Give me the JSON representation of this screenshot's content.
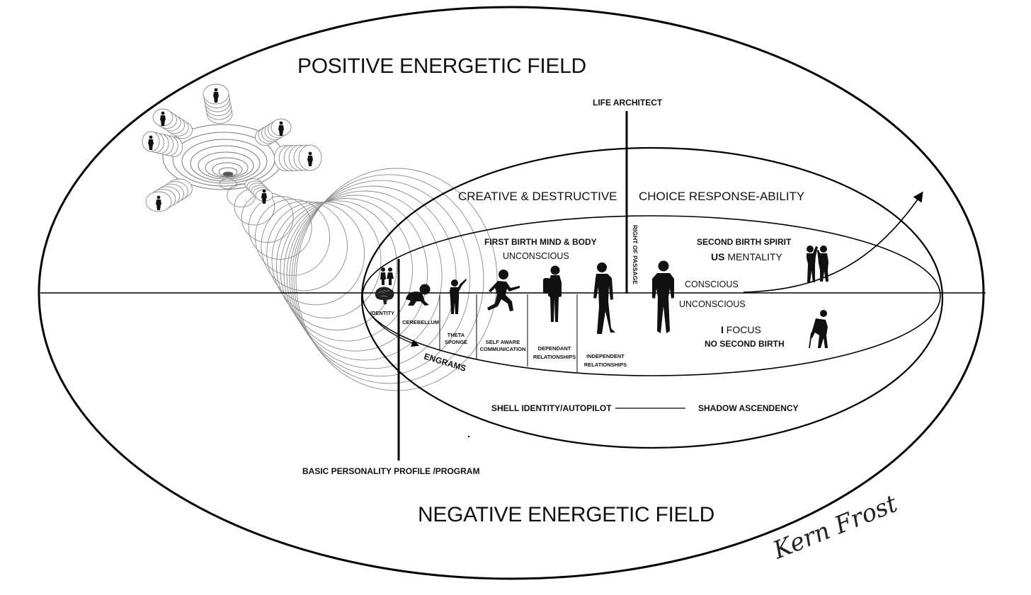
{
  "colors": {
    "ink": "#111111",
    "line": "#000000",
    "background": "#ffffff",
    "vortex": "#777777"
  },
  "fields": {
    "positive": "POSITIVE ENERGETIC FIELD",
    "negative": "NEGATIVE ENERGETIC FIELD"
  },
  "axis": {
    "life_architect": "LIFE ARCHITECT",
    "right_of_passage": "RIGHT OF PASSAGE",
    "basic_profile": "BASIC PERSONALITY PROFILE /PROGRAM"
  },
  "inner": {
    "creative": "CREATIVE & DESTRUCTIVE",
    "choice": "CHOICE RESPONSE-ABILITY",
    "first_birth": "FIRST BIRTH MIND & BODY",
    "unconscious_top": "UNCONSCIOUS",
    "second_birth": "SECOND BIRTH SPIRIT",
    "us_bold": "US",
    "us_rest": " MENTALITY",
    "conscious": "CONSCIOUS",
    "unconscious_right": "UNCONSCIOUS",
    "i_bold": "I",
    "i_rest": " FOCUS",
    "no_second_birth": "NO SECOND BIRTH",
    "engrams": "ENGRAMS",
    "shell_identity": "SHELL IDENTITY/AUTOPILOT",
    "shadow": "SHADOW ASCENDENCY"
  },
  "stages": [
    {
      "lines": [
        "IDENTITY"
      ],
      "icon": "brain-icon"
    },
    {
      "lines": [
        "CEREBELLUM"
      ],
      "icon": "crawling-baby-icon"
    },
    {
      "lines": [
        "THETA",
        "SPONGE"
      ],
      "icon": "child-pointing-icon"
    },
    {
      "lines": [
        "SELF AWARE",
        "COMMUNICATION"
      ],
      "icon": "running-child-icon"
    },
    {
      "lines": [
        "DEPENDANT",
        "RELATIONSHIPS"
      ],
      "icon": "teen-backpack-icon"
    },
    {
      "lines": [
        "INDEPENDENT",
        "RELATIONSHIPS"
      ],
      "icon": "young-adult-icon"
    }
  ],
  "signature": "Kern Frost",
  "icons": [
    "couple-icon",
    "adult-man-icon",
    "high-five-couple-icon",
    "elderly-cane-icon",
    "vortex-icon",
    "arrow-icon"
  ]
}
